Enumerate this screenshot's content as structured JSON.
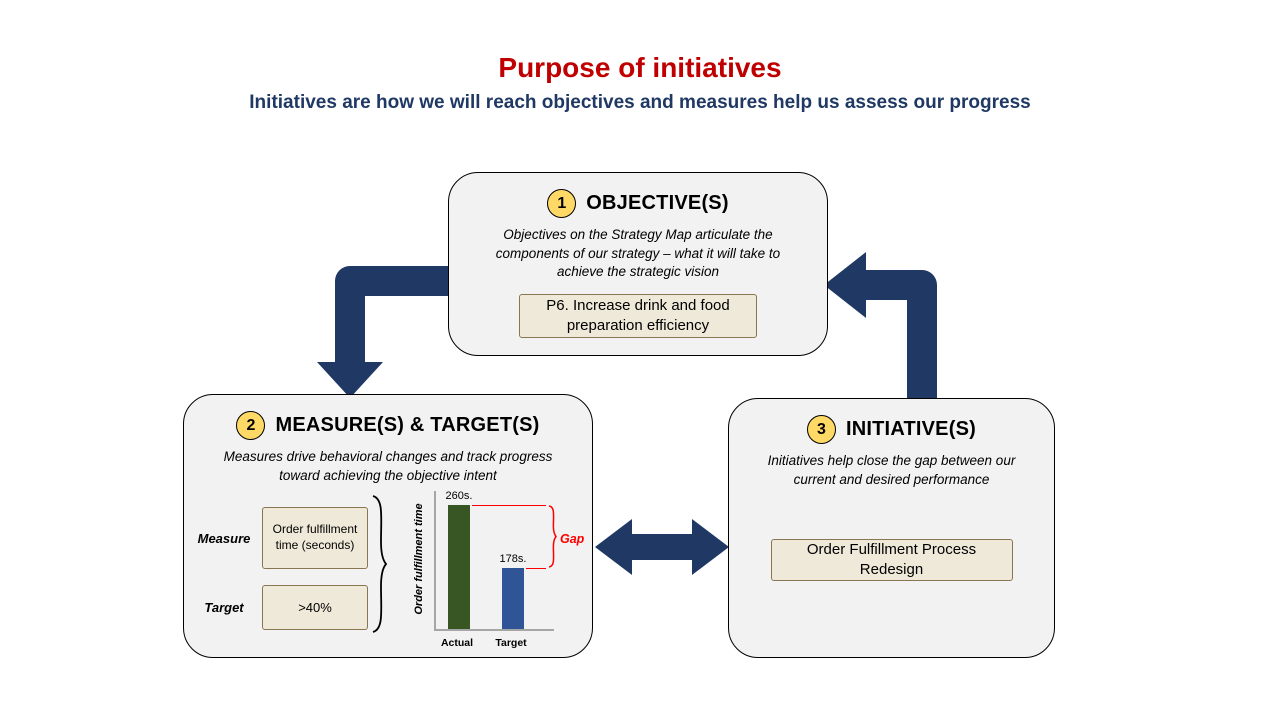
{
  "slide": {
    "title": "Purpose of initiatives",
    "subtitle": "Initiatives are how we will reach objectives and measures help us assess our progress"
  },
  "colors": {
    "title_red": "#C00000",
    "navy": "#1F3864",
    "arrow_navy": "#1F3864",
    "panel_fill": "#F2F2F2",
    "badge_yellow": "#FFD966",
    "tag_beige": "#EFE9DA",
    "bar_green": "#375623",
    "bar_blue": "#2F5597",
    "gap_red": "#FF0000"
  },
  "objective": {
    "number": "1",
    "title": "OBJECTIVE(S)",
    "description": "Objectives on the Strategy Map articulate the components of our strategy – what it will take to achieve the strategic vision",
    "item": "P6. Increase drink and food preparation efficiency"
  },
  "measures": {
    "number": "2",
    "title": "MEASURE(S) & TARGET(S)",
    "description": "Measures drive behavioral changes and track progress toward achieving the objective intent",
    "measure_label": "Measure",
    "measure_value": "Order fulfillment time (seconds)",
    "target_label": "Target",
    "target_value": ">40%"
  },
  "initiative": {
    "number": "3",
    "title": "INITIATIVE(S)",
    "description": "Initiatives help close the gap between our current and desired performance",
    "item": "Order Fulfillment Process Redesign"
  },
  "chart_data": {
    "type": "bar",
    "categories": [
      "Actual",
      "Target"
    ],
    "values": [
      260,
      178
    ],
    "value_labels": [
      "260s.",
      "178s."
    ],
    "ylabel": "Order fulfillment time",
    "gap_label": "Gap",
    "ylim": [
      100,
      280
    ],
    "grid": false,
    "legend": false
  }
}
